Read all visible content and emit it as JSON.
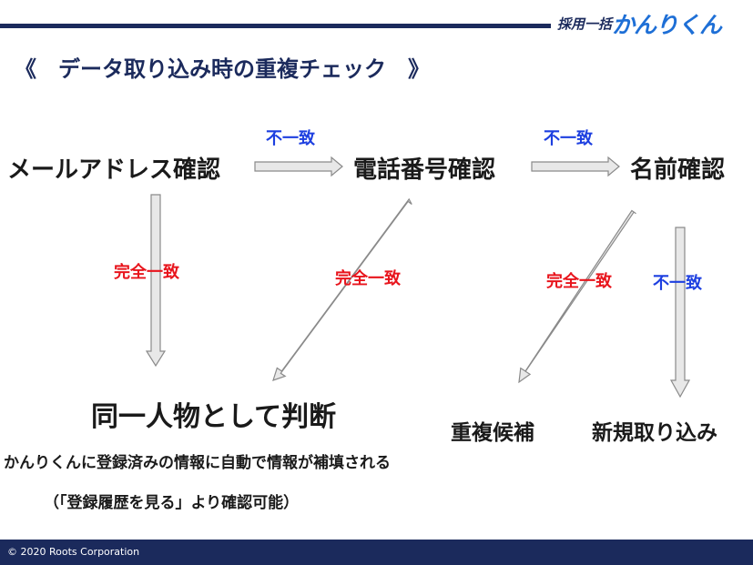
{
  "header": {
    "logo_prefix": "採用一括",
    "logo_main": "かんりくん"
  },
  "title": "《　データ取り込み時の重複チェック　》",
  "nodes": {
    "email_check": "メールアドレス確認",
    "phone_check": "電話番号確認",
    "name_check": "名前確認",
    "same_person": "同一人物として判断",
    "duplicate_candidate": "重複候補",
    "new_import": "新規取り込み"
  },
  "labels": {
    "mismatch_1": "不一致",
    "mismatch_2": "不一致",
    "mismatch_3": "不一致",
    "match_1": "完全一致",
    "match_2": "完全一致",
    "match_3": "完全一致"
  },
  "notes": {
    "line1": "かんりくんに登録済みの情報に自動で情報が補填される",
    "line2": "（「登録履歴を見る」より確認可能）"
  },
  "footer": {
    "copyright": "© 2020 Roots Corporation"
  },
  "colors": {
    "navy": "#1b2a5c",
    "logo_blue": "#1e6fd6",
    "mismatch_blue": "#1d3fe0",
    "match_red": "#e8141c",
    "arrow_fill": "#e8e8e8",
    "arrow_stroke": "#8a8a8a"
  }
}
